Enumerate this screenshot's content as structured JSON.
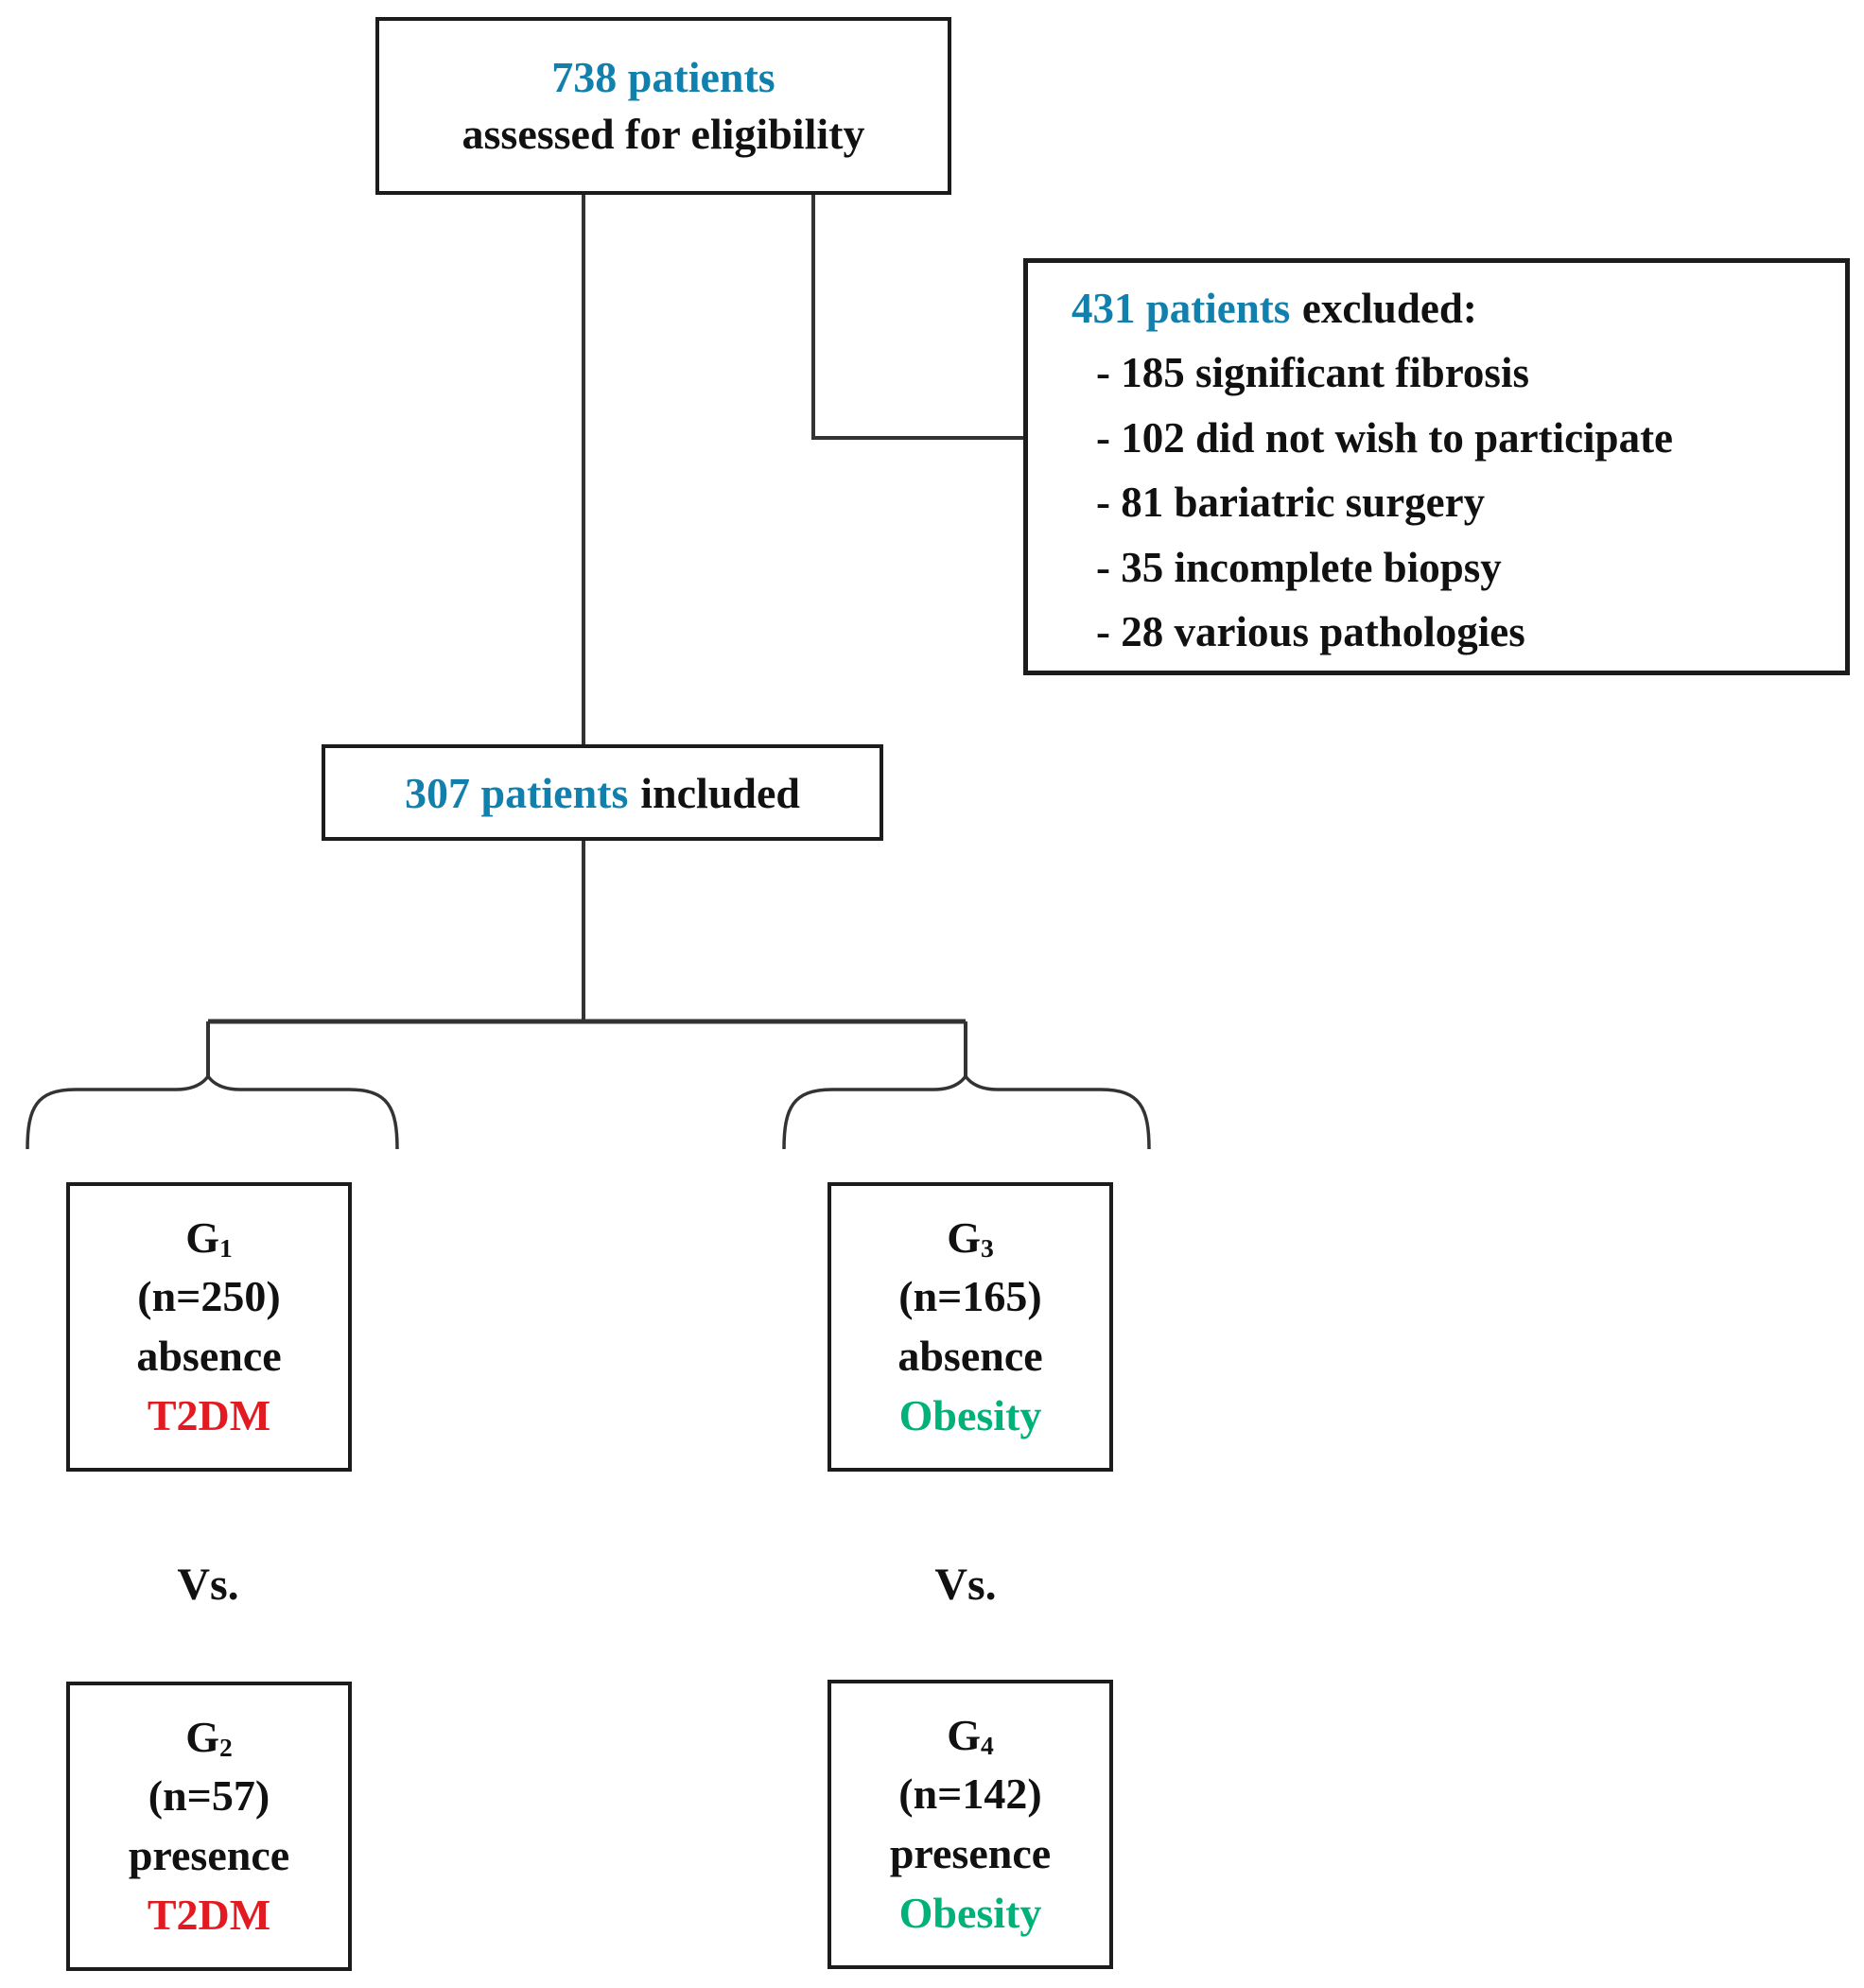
{
  "colors": {
    "accent_blue": "#1280ad",
    "red": "#e11b21",
    "green": "#00b279",
    "line": "#333333"
  },
  "eligibility_box": {
    "count": "738 patients",
    "label": "assessed for eligibility"
  },
  "excluded_box": {
    "count": "431 patients",
    "label": "excluded:",
    "items": [
      "- 185 significant fibrosis",
      "- 102 did not wish to participate",
      "- 81 bariatric surgery",
      "- 35 incomplete biopsy",
      "- 28 various pathologies"
    ]
  },
  "included_box": {
    "count": "307 patients",
    "label": "included"
  },
  "vs_left": "Vs.",
  "vs_right": "Vs.",
  "groups": [
    {
      "name": "G",
      "subscript": "1",
      "n": "(n=250)",
      "status": "absence",
      "condition": "T2DM",
      "condition_color": "red"
    },
    {
      "name": "G",
      "subscript": "2",
      "n": "(n=57)",
      "status": "presence",
      "condition": "T2DM",
      "condition_color": "red"
    },
    {
      "name": "G",
      "subscript": "3",
      "n": "(n=165)",
      "status": "absence",
      "condition": "Obesity",
      "condition_color": "green"
    },
    {
      "name": "G",
      "subscript": "4",
      "n": "(n=142)",
      "status": "presence",
      "condition": "Obesity",
      "condition_color": "green"
    }
  ]
}
